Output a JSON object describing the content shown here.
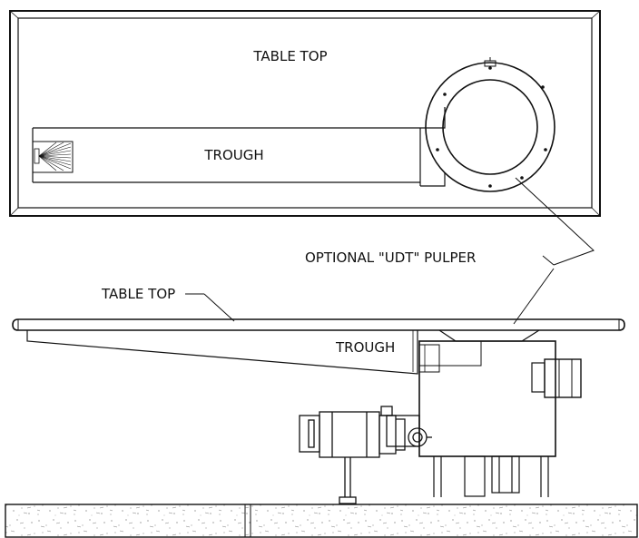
{
  "plan_view": {
    "table_top_label": "TABLE TOP",
    "trough_label": "TROUGH"
  },
  "callout": {
    "pulper_label": "OPTIONAL \"UDT\" PULPER"
  },
  "elevation_view": {
    "table_top_label": "TABLE TOP",
    "trough_label": "TROUGH"
  },
  "colors": {
    "line": "#111111",
    "background": "#ffffff",
    "floor_speckle": "#555555"
  }
}
